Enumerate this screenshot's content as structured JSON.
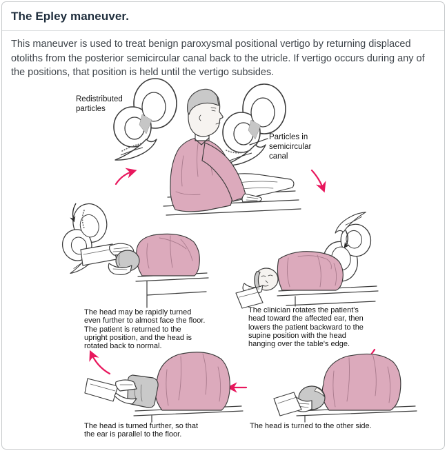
{
  "card": {
    "title": "The Epley maneuver.",
    "description": "This maneuver is used to treat benign paroxysmal positional vertigo by returning displaced otoliths from the posterior semicircular canal back to the utricle. If vertigo occurs during any of the positions, that position is held until the vertigo subsides."
  },
  "figure": {
    "labels": {
      "redistributed_particles": "Redistributed\nparticles",
      "particles_in_canal": "Particles in\nsemicircular\ncanal"
    },
    "captions": {
      "return_upright": "The head may be rapidly turned\neven further to almost face the floor.\nThe patient is returned to the\nupright position, and the head is\nrotated back to normal.",
      "lower_supine": "The clinician rotates the patient's\nhead toward the affected ear, then\nlowers the patient backward to the\nsupine position with the head\nhanging over the table's edge.",
      "turn_further": "The head is turned further, so that\nthe ear is parallel to the floor.",
      "turn_other_side": "The head is turned to the other side."
    },
    "icons": {
      "inner_ear": "labyrinth-semicircular-canals-icon",
      "flow_arrows": [
        "arrow-up-right",
        "arrow-down",
        "arrow-down-left",
        "arrow-left",
        "arrow-up-left"
      ]
    },
    "colors": {
      "shirt": "#dcaabc",
      "arrow": "#e8175d",
      "hair": "#c9c9c9",
      "line": "#3a3a3a",
      "title_text": "#1f2e3d",
      "body_text": "#3e444a",
      "border": "#c5c8ca"
    }
  }
}
